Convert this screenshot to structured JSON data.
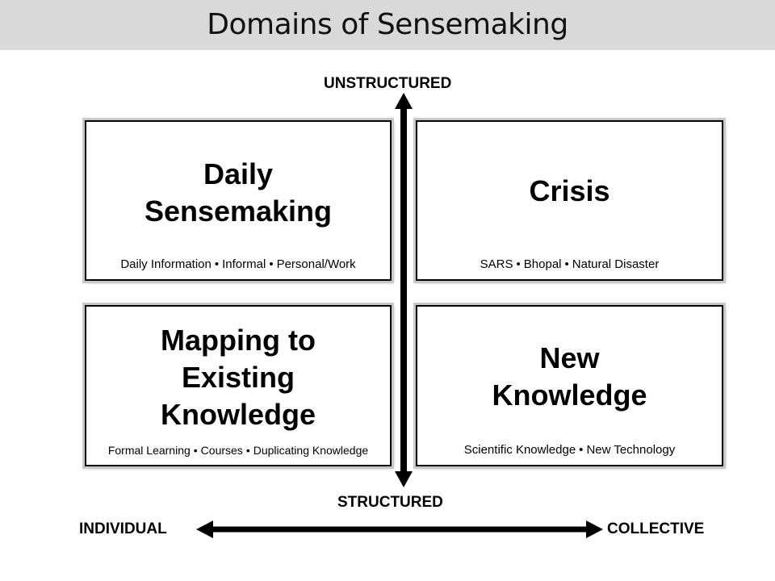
{
  "title": "Domains of Sensemaking",
  "axes": {
    "top": "UNSTRUCTURED",
    "bottom": "STRUCTURED",
    "left": "INDIVIDUAL",
    "right": "COLLECTIVE"
  },
  "quadrants": {
    "top_left": {
      "title_lines": [
        "Daily",
        "Sensemaking"
      ],
      "items": [
        "Daily Information",
        "Informal",
        "Personal/Work"
      ]
    },
    "top_right": {
      "title_lines": [
        "Crisis"
      ],
      "items": [
        "SARS",
        "Bhopal",
        "Natural Disaster"
      ]
    },
    "bottom_left": {
      "title_lines": [
        "Mapping to",
        "Existing",
        "Knowledge"
      ],
      "items": [
        "Formal Learning",
        "Courses",
        "Duplicating Knowledge"
      ]
    },
    "bottom_right": {
      "title_lines": [
        "New",
        "Knowledge"
      ],
      "items": [
        "Scientific Knowledge",
        "New Technology"
      ]
    }
  },
  "separator": "•"
}
